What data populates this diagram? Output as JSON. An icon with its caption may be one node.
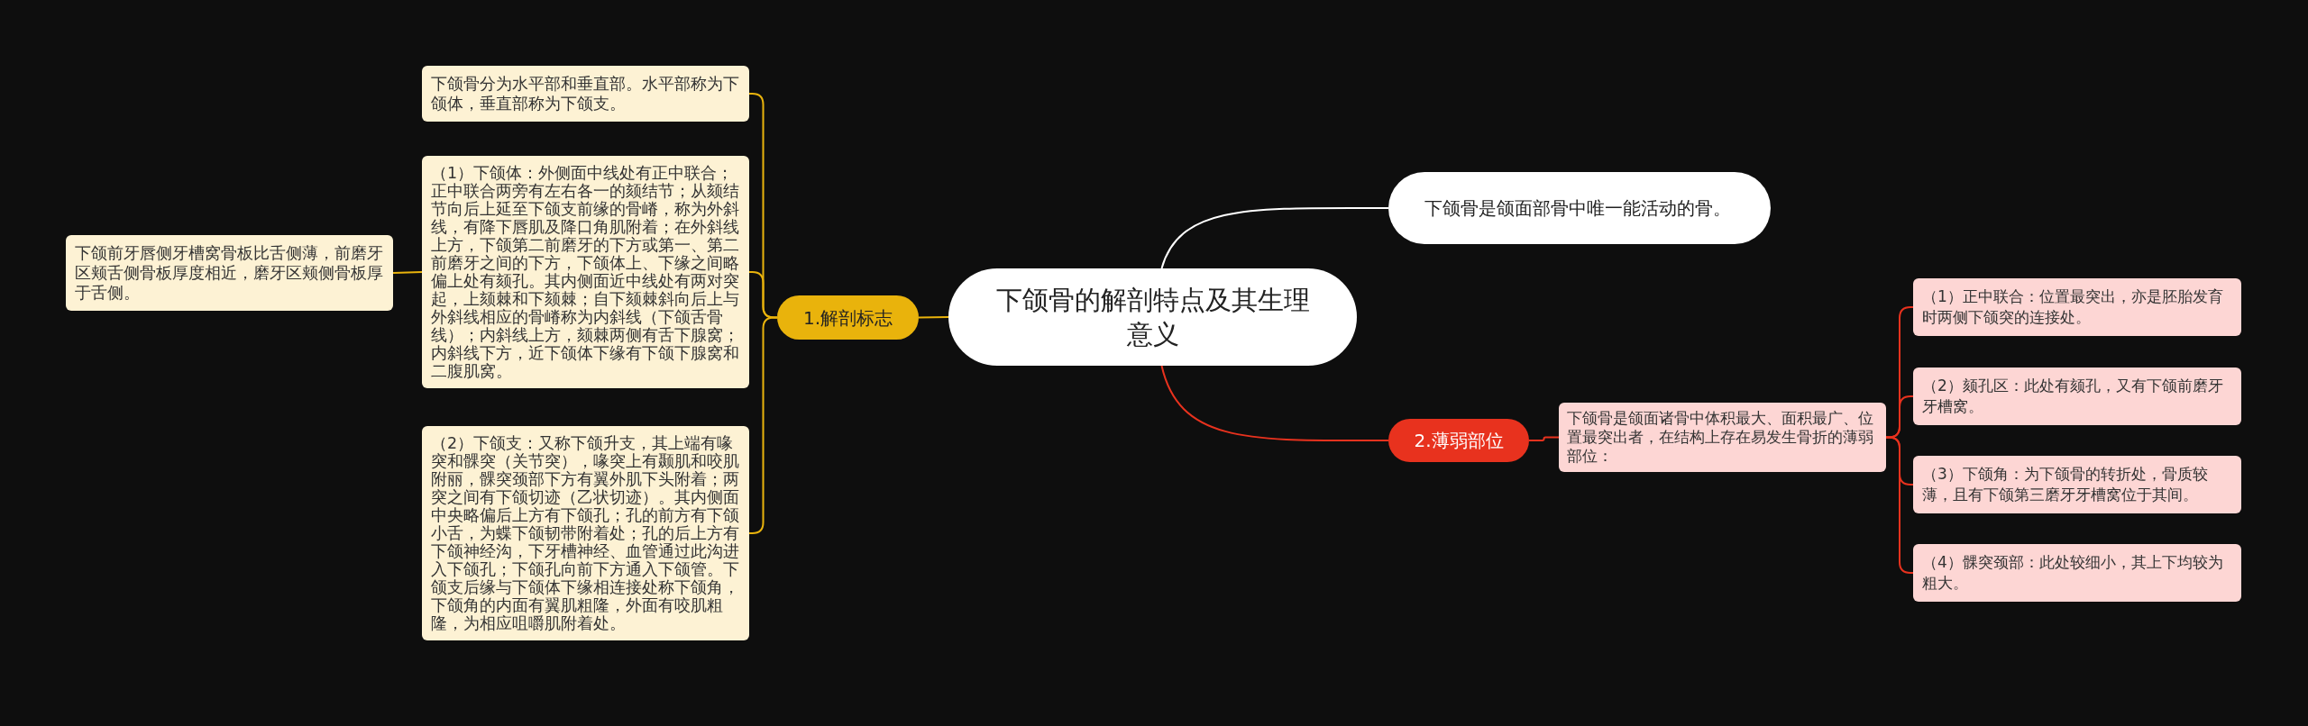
{
  "diagram": {
    "nodes": [
      {
        "text": [
          "下颌骨的解剖特点及其生理意义"
        ]
      },
      {
        "text": [
          "下颌骨是颌面部骨中唯一能活动的骨。"
        ]
      },
      {
        "text": [
          "1.解剖标志"
        ]
      },
      {
        "text": [
          "下颌骨分为水平部和垂直部。水平部称为下颌体，垂直部称为下颌支。"
        ]
      },
      {
        "text": [
          "（1）下颌体：外侧面中线处有正中联合；正中联合两旁有左右各一的颏结节；从颏结节向后上延至下颌支前缘的骨嵴，称为外斜线，有降下唇肌及降口角肌附着；在外斜线上方，下颌第二前磨牙的下方或第一、第二前磨牙之间的下方，下颌体上、下缘之间略偏上处有颏孔。其内侧面近中线处有两对突起，上颏棘和下颏棘；自下颏棘斜向后上与外斜线相应的骨嵴称为内斜线（下颌舌骨线）；内斜线上方，颏棘两侧有舌下腺窝；内斜线下方，近下颌体下缘有下颌下腺窝和二腹肌窝。"
        ]
      },
      {
        "text": [
          "下颌前牙唇侧牙槽窝骨板比舌侧薄，前磨牙区颊舌侧骨板厚度相近，磨牙区颊侧骨板厚于舌侧。"
        ]
      },
      {
        "text": [
          "（2）下颌支：又称下颌升支，其上端有喙突和髁突（关节突），喙突上有颞肌和咬肌附丽，髁突颈部下方有翼外肌下头附着；两突之间有下颌切迹（乙状切迹）。其内侧面中央略偏后上方有下颌孔；孔的前方有下颌小舌，为蝶下颌韧带附着处；孔的后上方有下颌神经沟，下牙槽神经、血管通过此沟进入下颌孔；下颌孔向前下方通入下颌管。下颌支后缘与下颌体下缘相连接处称下颌角，下颌角的内面有翼肌粗隆，外面有咬肌粗隆，为相应咀嚼肌附着处。"
        ]
      },
      {
        "text": [
          "2.薄弱部位"
        ]
      },
      {
        "text": [
          "下颌骨是颌面诸骨中体积最大、面积最广、位置最突出者，在结构上存在易发生骨折的薄弱部位："
        ]
      },
      {
        "text": [
          "（1）正中联合：位置最突出，亦是胚胎发育时两侧下颌突的连接处。"
        ]
      },
      {
        "text": [
          "（2）颏孔区：此处有颏孔，又有下颌前磨牙牙槽窝。"
        ]
      },
      {
        "text": [
          "（3）下颌角：为下颌骨的转折处，骨质较薄，且有下颌第三磨牙牙槽窝位于其间。"
        ]
      },
      {
        "text": [
          "（4）髁突颈部：此处较细小，其上下均较为粗大。"
        ]
      }
    ],
    "edges": [
      {
        "from": 0,
        "to": 1,
        "arrow": "none",
        "color": "#ffffff"
      },
      {
        "from": 0,
        "to": 2,
        "arrow": "none",
        "color": "#e9b30c"
      },
      {
        "from": 2,
        "to": 3,
        "arrow": "none",
        "color": "#e9b30c"
      },
      {
        "from": 2,
        "to": 4,
        "arrow": "none",
        "color": "#e9b30c"
      },
      {
        "from": 4,
        "to": 5,
        "arrow": "none",
        "color": "#e9b30c"
      },
      {
        "from": 2,
        "to": 6,
        "arrow": "none",
        "color": "#e9b30c"
      },
      {
        "from": 0,
        "to": 7,
        "arrow": "none"
      },
      {
        "from": 7,
        "to": 8,
        "arrow": "none"
      },
      {
        "from": 8,
        "to": 9,
        "arrow": "none"
      },
      {
        "from": 8,
        "to": 10,
        "arrow": "none"
      },
      {
        "from": 8,
        "to": 11,
        "arrow": "none"
      },
      {
        "from": 8,
        "to": 12,
        "arrow": "none"
      }
    ]
  }
}
